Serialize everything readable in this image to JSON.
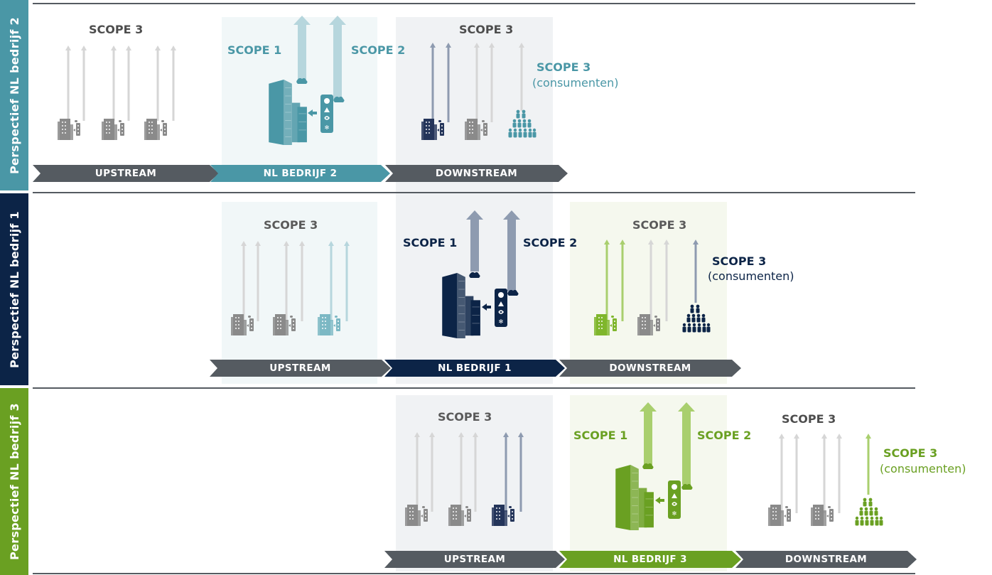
{
  "sections": [
    {
      "side_label": "Perspectief NL bedrijf 2",
      "color": "#4a97a6",
      "upstream": {
        "scope": "SCOPE 3",
        "chevron": "UPSTREAM"
      },
      "company": {
        "scope1": "SCOPE 1",
        "scope2": "SCOPE 2",
        "chevron": "NL BEDRIJF 2"
      },
      "downstream": {
        "scope": "SCOPE 3",
        "chevron": "DOWNSTREAM",
        "consumer_scope": "SCOPE 3",
        "consumer_label": "(consumenten)"
      }
    },
    {
      "side_label": "Perspectief NL bedrijf 1",
      "color": "#0c2447",
      "upstream": {
        "scope": "SCOPE 3",
        "chevron": "UPSTREAM"
      },
      "company": {
        "scope1": "SCOPE 1",
        "scope2": "SCOPE 2",
        "chevron": "NL BEDRIJF 1"
      },
      "downstream": {
        "scope": "SCOPE 3",
        "chevron": "DOWNSTREAM",
        "consumer_scope": "SCOPE 3",
        "consumer_label": "(consumenten)"
      }
    },
    {
      "side_label": "Perspectief NL bedrijf 3",
      "color": "#6aa022",
      "upstream": {
        "scope": "SCOPE 3",
        "chevron": "UPSTREAM"
      },
      "company": {
        "scope1": "SCOPE 1",
        "scope2": "SCOPE 2",
        "chevron": "NL BEDRIJF 3"
      },
      "downstream": {
        "scope": "SCOPE 3",
        "chevron": "DOWNSTREAM",
        "consumer_scope": "SCOPE 3",
        "consumer_label": "(consumenten)"
      }
    }
  ],
  "colors": {
    "gray_dark": "#4d4d4d",
    "gray_label": "#5a5a5a",
    "arrow_gray": "#d6d6d6",
    "arrow_slate": "#8e9bb0",
    "arrow_teal": "#b6d6dd",
    "arrow_green": "#a9cf6e",
    "bg_gray": "#f0f2f4",
    "bg_teal": "#f1f7f8",
    "bg_green": "#f5f8ee"
  }
}
